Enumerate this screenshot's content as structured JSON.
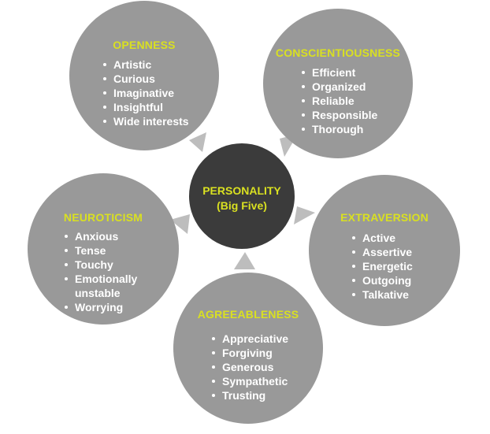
{
  "center": {
    "title": "PERSONALITY",
    "subtitle": "(Big Five)"
  },
  "traits": [
    {
      "title": "OPENNESS",
      "items": [
        "Artistic",
        "Curious",
        "Imaginative",
        "Insightful",
        "Wide interests"
      ]
    },
    {
      "title": "CONSCIENTIOUSNESS",
      "items": [
        "Efficient",
        "Organized",
        "Reliable",
        "Responsible",
        "Thorough"
      ]
    },
    {
      "title": "EXTRAVERSION",
      "items": [
        "Active",
        "Assertive",
        "Energetic",
        "Outgoing",
        "Talkative"
      ]
    },
    {
      "title": "AGREEABLENESS",
      "items": [
        "Appreciative",
        "Forgiving",
        "Generous",
        "Sympathetic",
        "Trusting"
      ]
    },
    {
      "title": "NEUROTICISM",
      "items": [
        "Anxious",
        "Tense",
        "Touchy",
        "Emotionally",
        "unstable",
        "Worrying"
      ]
    }
  ],
  "colors": {
    "circle": "#999999",
    "center": "#3b3b3b",
    "title": "#d9e021",
    "text": "#ffffff",
    "arrow": "#bdbdbd"
  }
}
